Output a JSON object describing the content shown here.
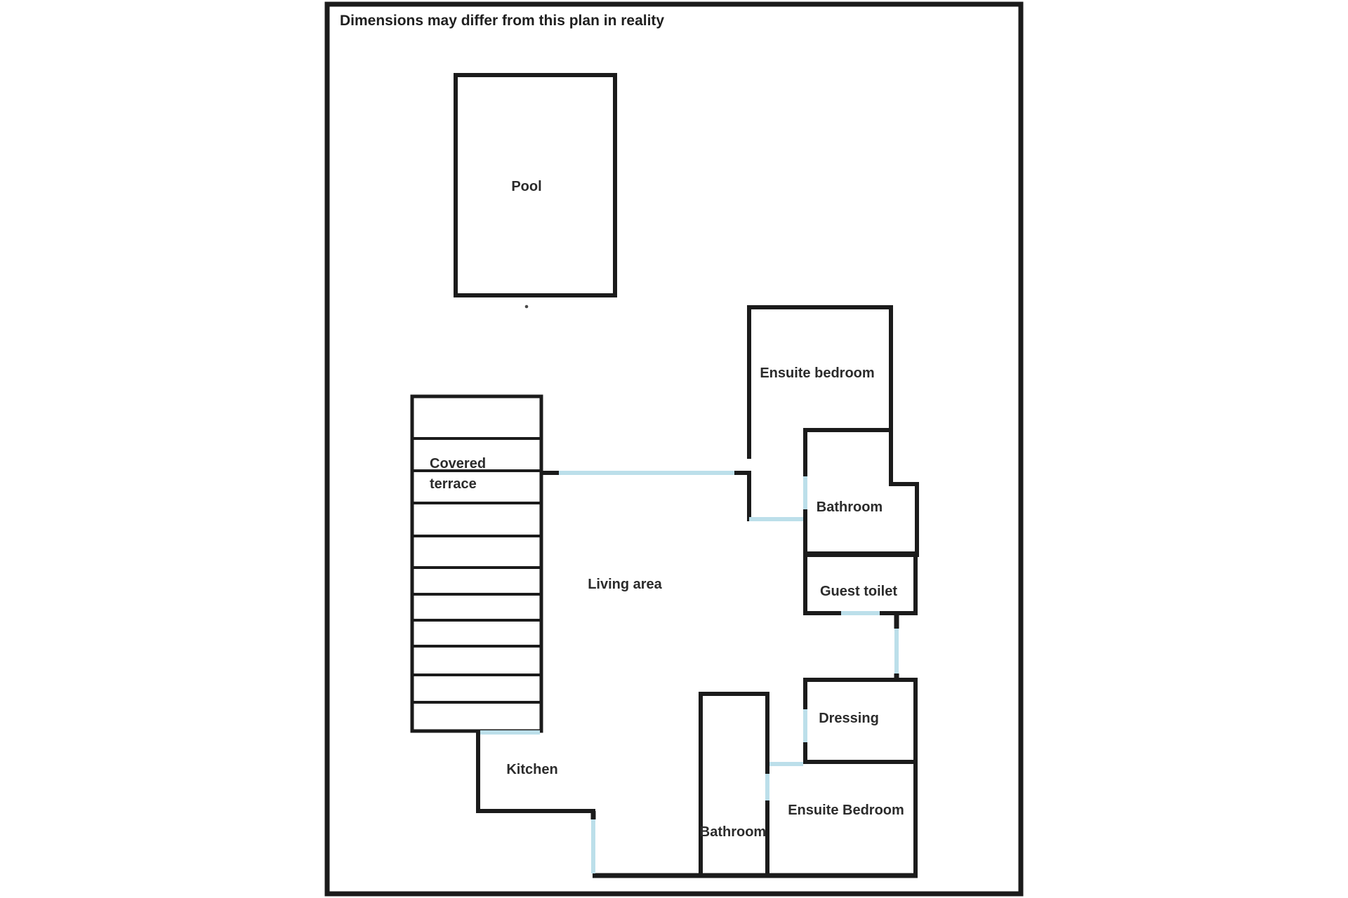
{
  "disclaimer": "Dimensions may differ from this plan in reality",
  "colors": {
    "wall": "#1b1b1b",
    "door_opening": "#bcdfea",
    "text": "#2b2b2b",
    "background": "#ffffff"
  },
  "labels": {
    "pool": "Pool",
    "covered_terrace_line1": "Covered",
    "covered_terrace_line2": "terrace",
    "living_area": "Living area",
    "kitchen": "Kitchen",
    "ensuite_bedroom_upper": "Ensuite bedroom",
    "bathroom_upper": "Bathroom",
    "guest_toilet": "Guest toilet",
    "dressing": "Dressing",
    "bathroom_lower": "Bathroom",
    "ensuite_bedroom_lower": "Ensuite Bedroom"
  }
}
